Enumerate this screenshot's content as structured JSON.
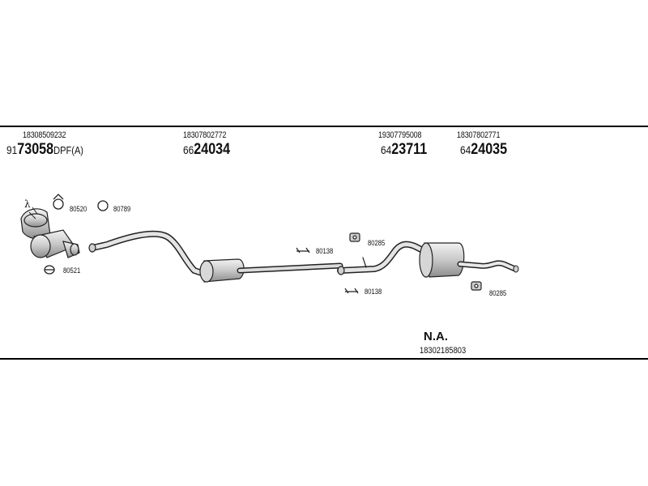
{
  "header_parts": [
    {
      "oe": "18308509232",
      "prefix": "91",
      "number": "73058",
      "suffix": "DPF(A)"
    },
    {
      "oe": "18307802772",
      "prefix": "66",
      "number": "24034",
      "suffix": ""
    },
    {
      "oe": "19307795008",
      "prefix": "64",
      "number": "23711",
      "suffix": ""
    },
    {
      "oe": "18307802771",
      "prefix": "64",
      "number": "24035",
      "suffix": ""
    }
  ],
  "accessories": [
    {
      "code": "80520"
    },
    {
      "code": "80789"
    },
    {
      "code": "80521"
    },
    {
      "code": "80138"
    },
    {
      "code": "80138"
    },
    {
      "code": "80285"
    },
    {
      "code": "80285"
    }
  ],
  "sensor_symbol": "λ",
  "not_available": {
    "label": "N.A.",
    "oe": "18302185803"
  }
}
